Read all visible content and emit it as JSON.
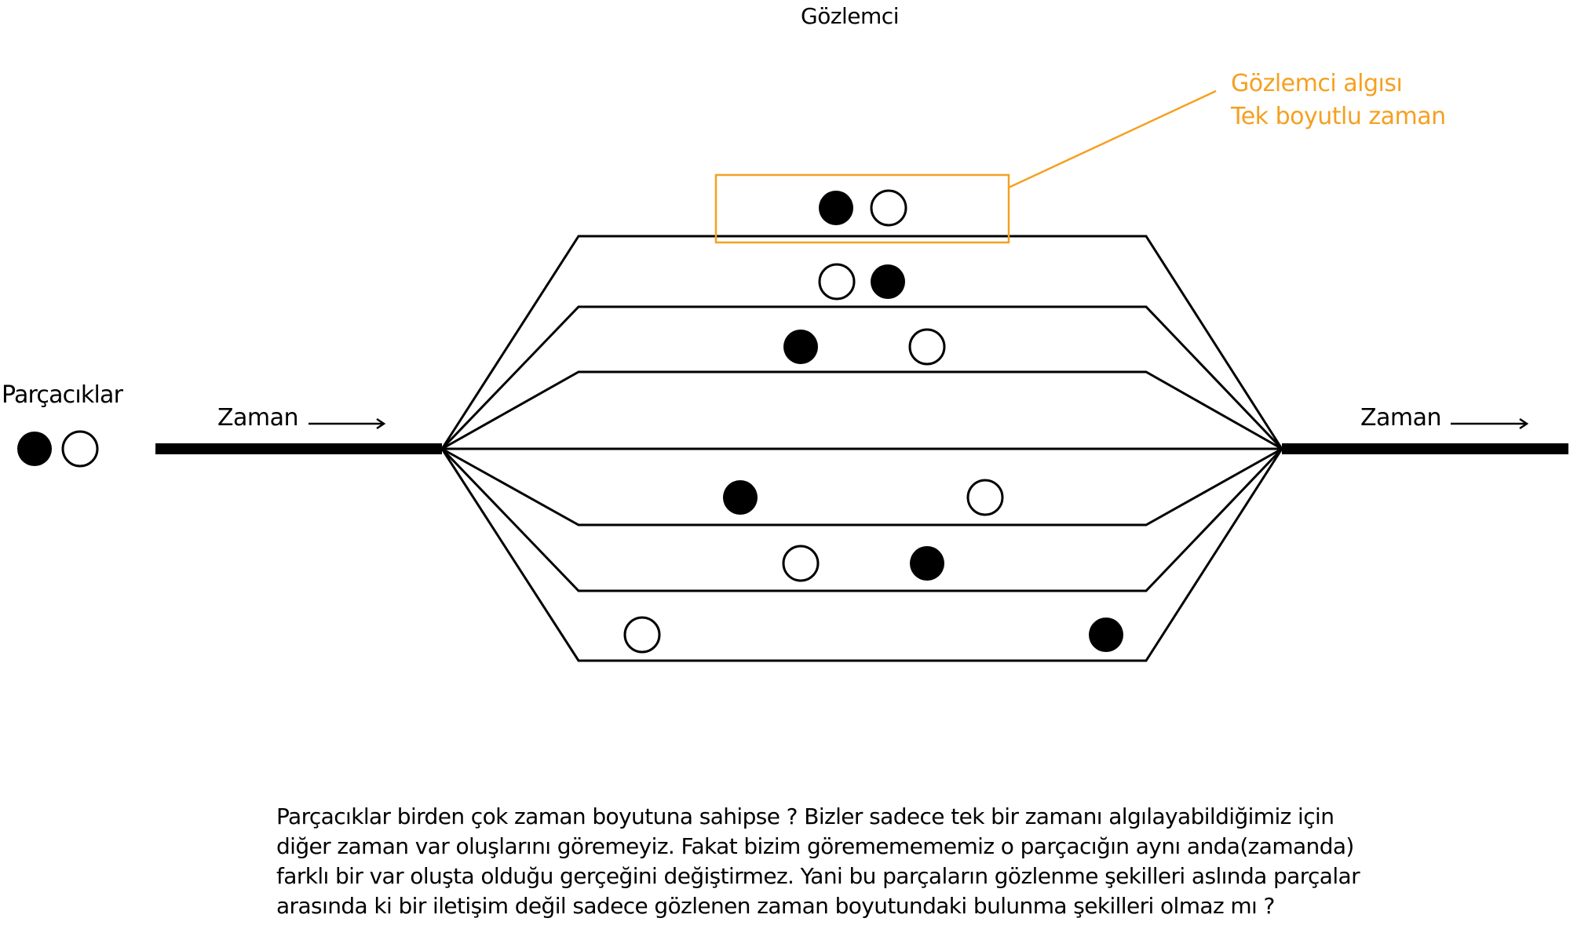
{
  "title": "Gözlemci",
  "colors": {
    "accent": "#f5a020",
    "line": "#000000",
    "particle_filled": "#000000",
    "particle_open": "#ffffff"
  },
  "legend": {
    "particles_label": "Parçacıklar",
    "particles": [
      "filled",
      "open"
    ]
  },
  "time_labels": {
    "left": "Zaman",
    "right": "Zaman",
    "arrow_icon": "right-arrow"
  },
  "observer_perception": {
    "line1": "Gözlemci algısı",
    "line2": "Tek boyutlu zaman",
    "highlighted_branch": 1
  },
  "branches": [
    {
      "index": 1,
      "particles": [
        "filled",
        "open"
      ],
      "observed": true
    },
    {
      "index": 2,
      "particles": [
        "open",
        "filled"
      ]
    },
    {
      "index": 3,
      "particles": [
        "filled",
        "open"
      ]
    },
    {
      "index": 4,
      "particles": []
    },
    {
      "index": 5,
      "particles": [
        "filled",
        "open"
      ]
    },
    {
      "index": 6,
      "particles": [
        "open",
        "filled"
      ]
    },
    {
      "index": 7,
      "particles": [
        "open",
        "filled"
      ]
    }
  ],
  "caption": {
    "lines": [
      "Parçacıklar birden çok zaman boyutuna sahipse ? Bizler sadece tek bir zamanı algılayabildiğimiz için",
      "diğer zaman var oluşlarını göremeyiz. Fakat bizim görememememiz o parçacığın aynı anda(zamanda)",
      "farklı bir var oluşta olduğu gerçeğini değiştirmez. Yani bu parçaların gözlenme şekilleri aslında parçalar",
      "arasında ki bir iletişim değil sadece gözlenen zaman boyutundaki bulunma şekilleri olmaz mı ?"
    ]
  }
}
